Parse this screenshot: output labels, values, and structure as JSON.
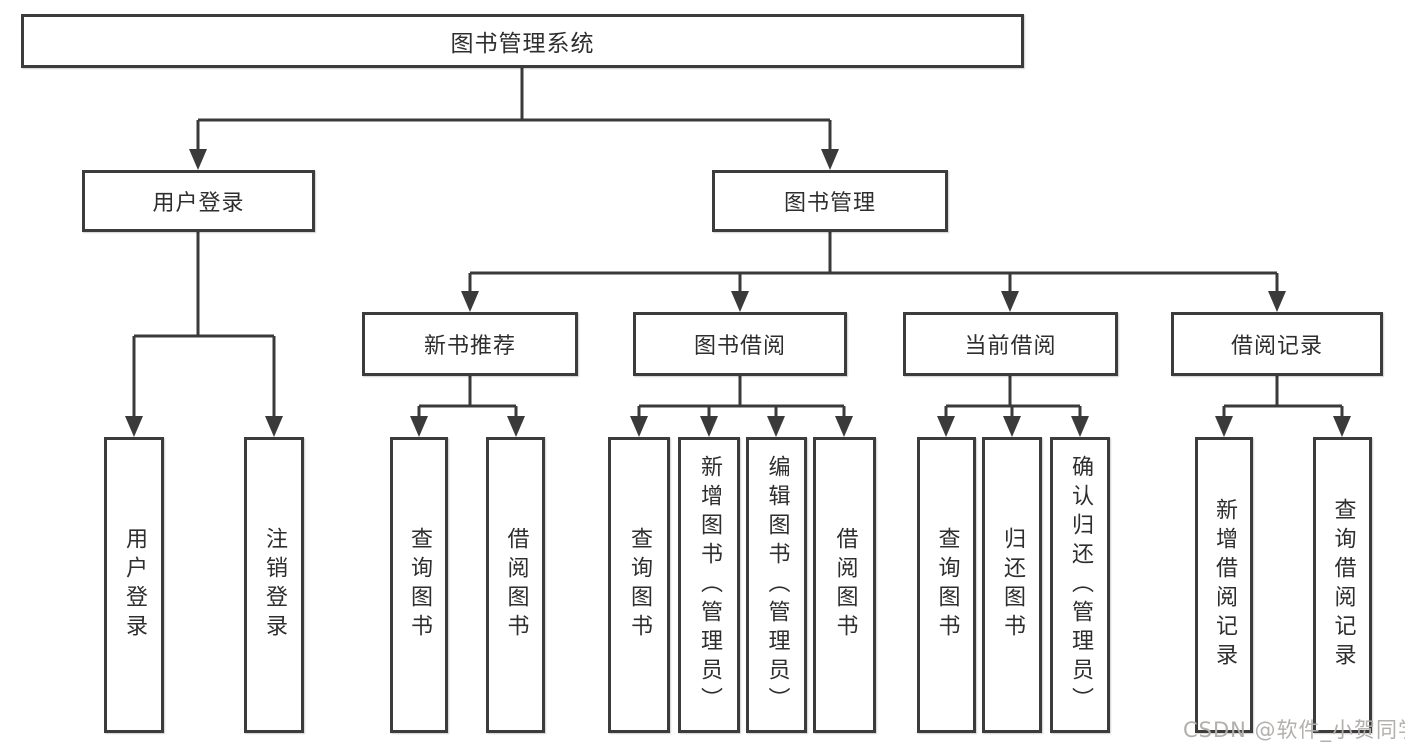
{
  "diagram": {
    "root": {
      "label": "图书管理系统"
    },
    "level2": [
      {
        "label": "用户登录",
        "children": [
          {
            "label": "用户登录"
          },
          {
            "label": "注销登录"
          }
        ]
      },
      {
        "label": "图书管理",
        "groups": [
          {
            "label": "新书推荐",
            "children": [
              {
                "label": "查询图书"
              },
              {
                "label": "借阅图书"
              }
            ]
          },
          {
            "label": "图书借阅",
            "children": [
              {
                "label": "查询图书"
              },
              {
                "label": "新增图书（管理员）"
              },
              {
                "label": "编辑图书（管理员）"
              },
              {
                "label": "借阅图书"
              }
            ]
          },
          {
            "label": "当前借阅",
            "children": [
              {
                "label": "查询图书"
              },
              {
                "label": "归还图书"
              },
              {
                "label": "确认归还（管理员）"
              }
            ]
          },
          {
            "label": "借阅记录",
            "children": [
              {
                "label": "新增借阅记录"
              },
              {
                "label": "查询借阅记录"
              }
            ]
          }
        ]
      }
    ]
  },
  "watermark": {
    "text": "CSDN @软件_小贺同学"
  },
  "colors": {
    "line": "#3a3a3a",
    "box_border": "#3c3c3c",
    "text": "#2e2e2e",
    "watermark": "#b2afac",
    "background": "#ffffff"
  }
}
